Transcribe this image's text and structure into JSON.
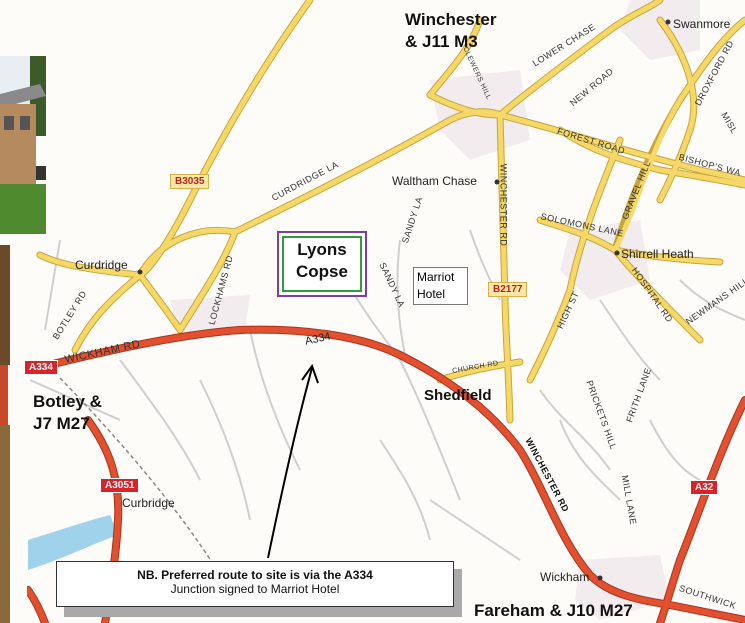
{
  "towns": {
    "winchester": "Winchester",
    "winchester_sub": "& J11 M3",
    "swanmore": "Swanmore",
    "botley": "Botley &",
    "botley_sub": "J7 M27",
    "curdridge": "Curdridge",
    "waltham_chase": "Waltham Chase",
    "shirrell_heath": "Shirrell Heath",
    "shedfield": "Shedfield",
    "curbridge": "Curbridge",
    "wickham": "Wickham",
    "fareham": "Fareham & J10 M27"
  },
  "roads": {
    "curdridge_la": "CURDRIDGE LA",
    "wickham_rd": "WICKHAM RD",
    "botley_rd": "BOTLEY RD",
    "lockhams_rd": "LOCKHAMS RD",
    "forest_road": "FOREST ROAD",
    "bishops_way": "BISHOP'S WA",
    "solomons_lane": "SOLOMONS LANE",
    "gravel_hill": "GRAVEL HILL",
    "hospital_rd": "HOSPITAL RD",
    "newmans_hill": "NEWMANS HILL",
    "high_st": "HIGH ST",
    "prickets_hill": "PRICKETS HILL",
    "frith_lane": "FRITH LANE",
    "mill_lane": "MILL LANE",
    "winchester_rd_n": "WINCHESTER RD",
    "winchester_rd_s": "WINCHESTER RD",
    "sandy_la": "SANDY LA",
    "sandy_la_2": "SANDY LA",
    "lower_chase": "LOWER CHASE",
    "new_road": "NEW ROAD",
    "droxford_rd": "DROXFORD RD",
    "southwick": "SOUTHWICK",
    "church_rd": "CHURCH RD",
    "clewers_hill": "CLEWERS HILL",
    "misl": "MISL"
  },
  "shields": {
    "a334_left": "A334",
    "a334_road": "A334",
    "b3035": "B3035",
    "b2177": "B2177",
    "a3051": "A3051",
    "a32": "A32"
  },
  "site": {
    "line1": "Lyons",
    "line2": "Copse"
  },
  "marriot": {
    "line1": "Marriot",
    "line2": "Hotel"
  },
  "note": {
    "line1": "NB. Preferred route to site is via the A334",
    "line2": "Junction signed to Marriot Hotel"
  },
  "colors": {
    "a_road": "#e2502f",
    "b_road": "#f2cd5a",
    "minor_road": "#d9d9d9",
    "water": "#9fd3ec",
    "urban": "#ece6ea",
    "site_outer": "#7a3fa0",
    "site_inner": "#2f9e3a"
  }
}
